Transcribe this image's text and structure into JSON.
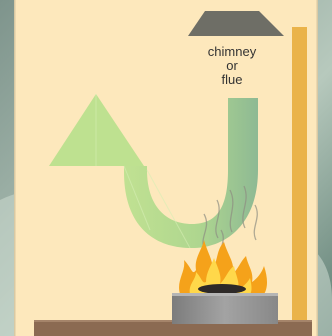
{
  "labels": {
    "chimney_line1": "chimney",
    "chimney_line2": "or",
    "chimney_line3": "flue"
  },
  "colors": {
    "backdrop": "#6f8a82",
    "panel": "#fde8bc",
    "panel_border": "#d9c9a3",
    "chimney_cap": "#6e6e66",
    "flue_pipe": "#eab34a",
    "arrow_light": "#b8e08c",
    "arrow_dark": "#7fb38e",
    "hearth": "#8b6a52",
    "firebox": "#8c8c8c",
    "flame_outer": "#f5a21a",
    "flame_inner": "#ffd84a",
    "coals": "#2e2a28",
    "smoke": "#8e8e82"
  },
  "icons": {
    "chimney_cap": "chimney-cap-icon",
    "convection_arrow": "curved-arrow-icon",
    "fire": "flame-icon",
    "smoke": "smoke-icon"
  }
}
